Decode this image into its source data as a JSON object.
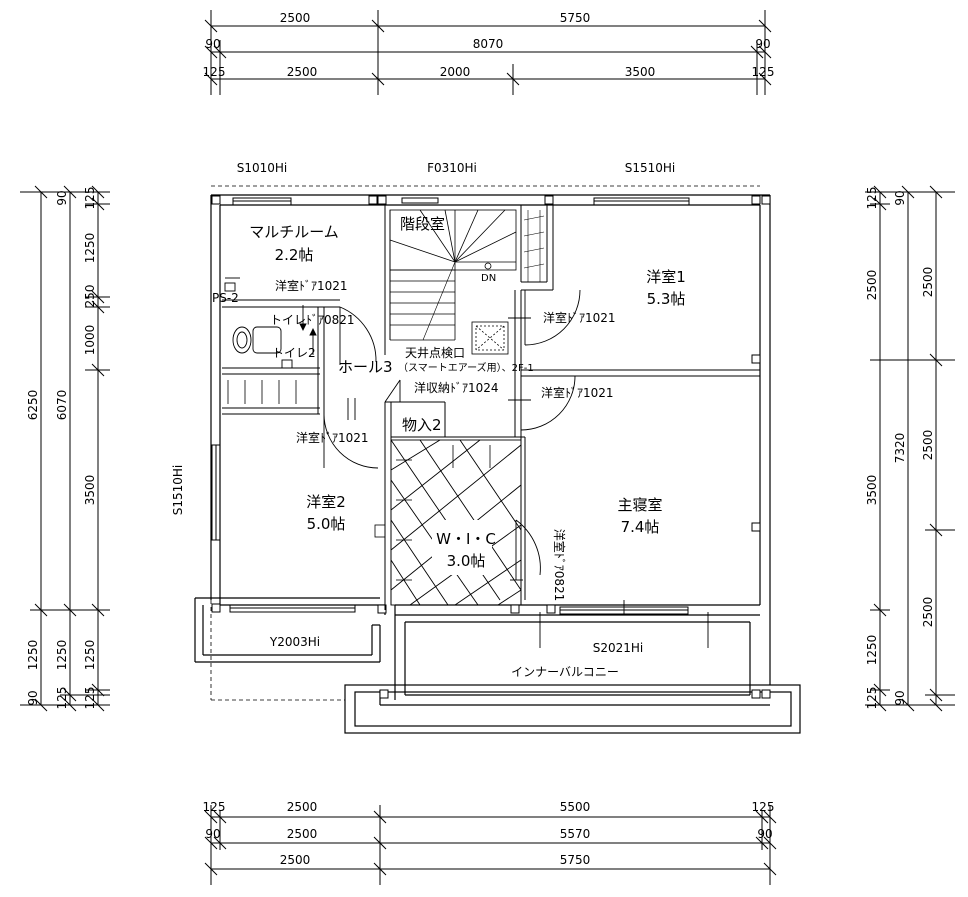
{
  "dimensions": {
    "top": {
      "row1": [
        "2500",
        "5750"
      ],
      "row2": [
        "90",
        "8070",
        "90"
      ],
      "row3": [
        "125",
        "2500",
        "2000",
        "3500",
        "125"
      ]
    },
    "bottom": {
      "row1": [
        "125",
        "2500",
        "5500",
        "125"
      ],
      "row2": [
        "90",
        "2500",
        "5570",
        "90"
      ],
      "row3": [
        "2500",
        "5750"
      ]
    },
    "left": {
      "outer": [
        "6250",
        "1250",
        "90"
      ],
      "middle": [
        "6070",
        "1250",
        "125"
      ],
      "inner": [
        "90",
        "125",
        "1250",
        "250",
        "1000",
        "3500",
        "1250",
        "125"
      ]
    },
    "right": {
      "outer": [
        "125",
        "2500",
        "3500",
        "1250",
        "125"
      ],
      "middle": [
        "7320"
      ],
      "inner": [
        "90",
        "2500",
        "2500",
        "2500",
        "90"
      ]
    }
  },
  "windows": {
    "top_left": "S1010Hi",
    "top_center": "F0310Hi",
    "top_right": "S1510Hi",
    "left": "S1510Hi",
    "bottom_left": "Y2003Hi",
    "bottom_right": "S2021Hi"
  },
  "rooms": {
    "multi_room": {
      "name": "マルチルーム",
      "area": "2.2帖"
    },
    "stair": {
      "name": "階段室",
      "dn": "DN"
    },
    "yoshitsu1": {
      "name": "洋室1",
      "area": "5.3帖"
    },
    "ps": {
      "name": "PS-2"
    },
    "toilet": {
      "name": "トイレ2"
    },
    "hall": {
      "name": "ホール3"
    },
    "yoshitsu2": {
      "name": "洋室2",
      "area": "5.0帖"
    },
    "storage": {
      "name": "物入2"
    },
    "wic": {
      "name": "W・I・C",
      "area": "3.0帖"
    },
    "master": {
      "name": "主寝室",
      "area": "7.4帖"
    },
    "balcony": {
      "name": "インナーバルコニー"
    }
  },
  "notes": {
    "ceiling_line1": "天井点検口",
    "ceiling_line2": "（スマートエアーズ用）、2F-1"
  },
  "doors": {
    "multi_door": "洋室ﾄﾞｱ1021",
    "toilet_door": "トイレﾄﾞｱ0821",
    "y1_door": "洋室ﾄﾞｱ1021",
    "closet_door": "洋収納ﾄﾞｱ1024",
    "master_door": "洋室ﾄﾞｱ1021",
    "y2_door": "洋室ﾄﾞｱ1021",
    "wic_door": "洋室ﾄﾞｱ0821"
  }
}
